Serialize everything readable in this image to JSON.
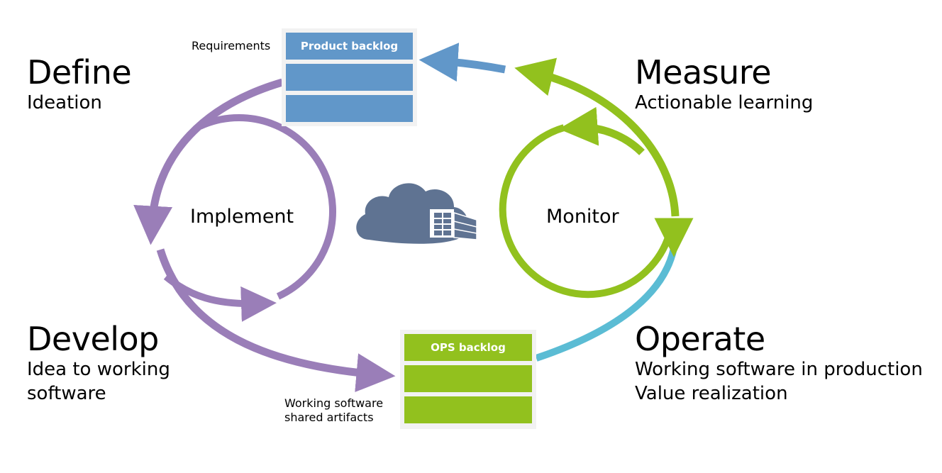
{
  "phases": {
    "define": {
      "title": "Define",
      "subtitle": [
        "Ideation"
      ]
    },
    "develop": {
      "title": "Develop",
      "subtitle": [
        "Idea to working",
        "software"
      ]
    },
    "measure": {
      "title": "Measure",
      "subtitle": [
        "Actionable learning"
      ]
    },
    "operate": {
      "title": "Operate",
      "subtitle": [
        "Working software in production",
        "Value realization"
      ]
    }
  },
  "loops": {
    "implement": "Implement",
    "monitor": "Monitor"
  },
  "product_backlog": {
    "label": "Product backlog",
    "note": "Requirements"
  },
  "ops_backlog": {
    "label": "OPS backlog",
    "note": [
      "Working software",
      "shared artifacts"
    ]
  },
  "icons": {
    "center": "cloud-datacenter-icon"
  },
  "colors": {
    "purple": "#9a7eb8",
    "green": "#92c11e",
    "blue": "#6197c9",
    "teal": "#5bbcd4",
    "cloud": "#5f7392"
  }
}
